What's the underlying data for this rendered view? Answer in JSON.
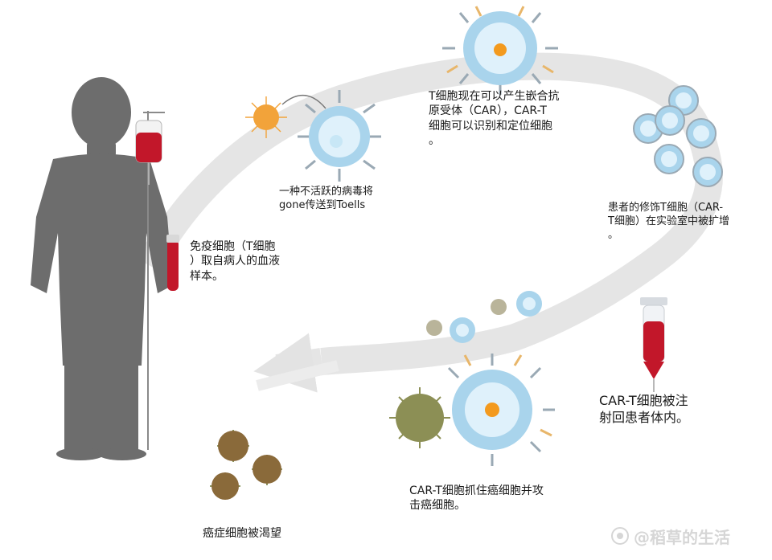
{
  "captions": {
    "blood_sample": "免疫细胞（T细胞\n）取自病人的血液\n样本。",
    "virus_transfer": "一种不活跃的病毒将\ngone传送到Toells",
    "car_expression": "T细胞现在可以产生嵌合抗\n原受体（CAR），CAR-T\n细胞可以识别和定位细胞\n。",
    "expansion": "患者的修饰T细胞（CAR-\nT细胞）在实验室中被扩增\n。",
    "infusion": "CAR-T细胞被注\n射回患者体内。",
    "attack": "CAR-T细胞抓住癌细胞并攻\n击癌细胞。",
    "cancer_death": "癌症细胞被渴望"
  },
  "watermark": "@稻草的生活",
  "colors": {
    "arrow": "#e3e3e3",
    "silhouette": "#6d6d6d",
    "blood": "#c2172a",
    "tcell_outer": "#a9d4ec",
    "tcell_inner": "#dff1fb",
    "nucleus": "#f39a1e",
    "receptor": "#9aa9b4",
    "car": "#e8b66a",
    "virus": "#f2a33a",
    "cancer": "#8c8f55",
    "dying_cancer": "#8a6a3a"
  }
}
